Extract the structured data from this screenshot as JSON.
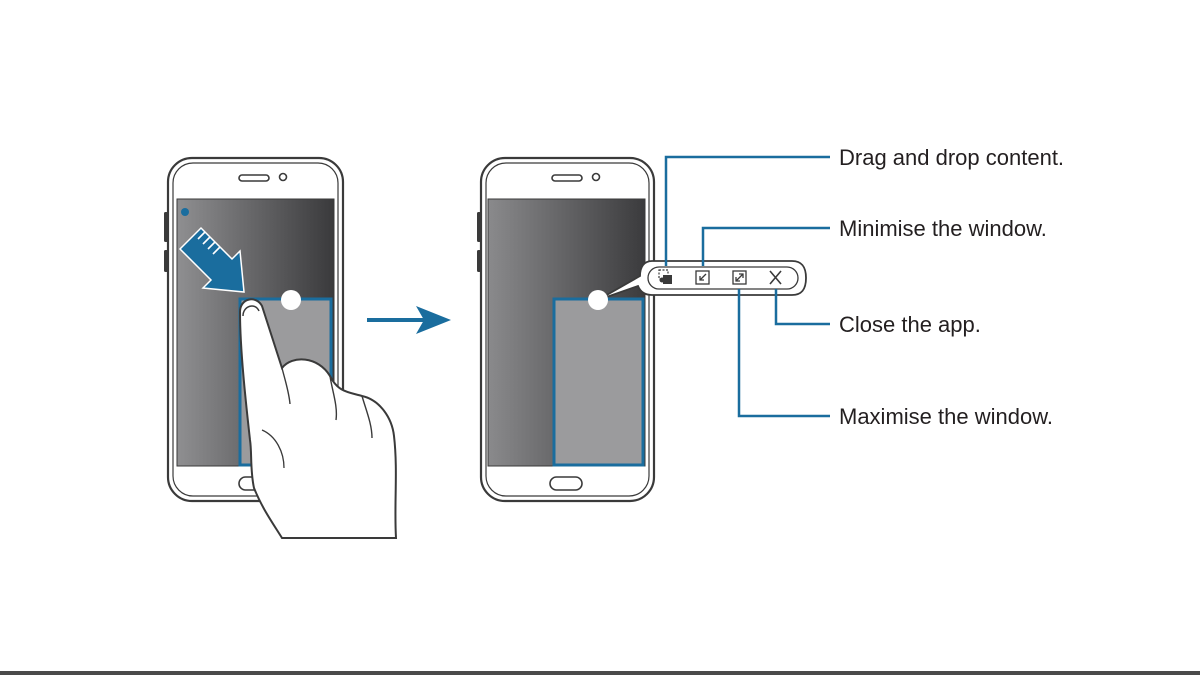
{
  "callouts": {
    "drag_drop": "Drag and drop content.",
    "minimise": "Minimise the window.",
    "close": "Close the app.",
    "maximise": "Maximise the window."
  },
  "icons": {
    "drag_drop": "drag-drop-icon",
    "minimise": "minimise-icon",
    "maximise": "maximise-icon",
    "close": "close-icon"
  },
  "colors": {
    "accent_blue": "#1a6d9e",
    "phone_outline": "#3a3a3a",
    "screen_dark": "#3e3e40",
    "screen_light": "#8c8c8e",
    "popup_window": "#9b9b9d",
    "label_text": "#231f20"
  }
}
